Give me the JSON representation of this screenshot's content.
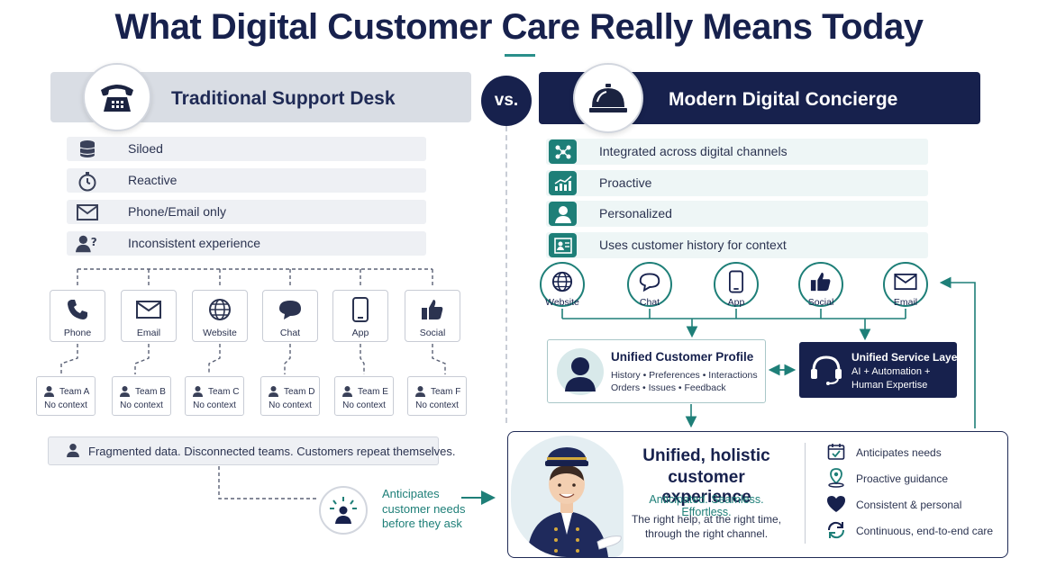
{
  "title": "What Digital Customer Care Really Means Today",
  "vs_label": "vs.",
  "traditional": {
    "title": "Traditional Support Desk",
    "header_icon": "telephone-icon",
    "traits": [
      {
        "label": "Siloed",
        "icon": "database-icon"
      },
      {
        "label": "Reactive",
        "icon": "stopwatch-icon"
      },
      {
        "label": "Phone/Email only",
        "icon": "envelope-icon"
      },
      {
        "label": "Inconsistent experience",
        "icon": "person-question-icon"
      }
    ],
    "channels": [
      {
        "label": "Phone",
        "icon": "phone-icon"
      },
      {
        "label": "Email",
        "icon": "envelope-icon"
      },
      {
        "label": "Website",
        "icon": "globe-icon"
      },
      {
        "label": "Chat",
        "icon": "chat-icon"
      },
      {
        "label": "App",
        "icon": "mobile-icon"
      },
      {
        "label": "Social",
        "icon": "thumbs-up-icon"
      }
    ],
    "teams": [
      {
        "name": "Team A",
        "context": "No context"
      },
      {
        "name": "Team B",
        "context": "No context"
      },
      {
        "name": "Team C",
        "context": "No context"
      },
      {
        "name": "Team D",
        "context": "No context"
      },
      {
        "name": "Team E",
        "context": "No context"
      },
      {
        "name": "Team F",
        "context": "No context"
      }
    ],
    "summary": "Fragmented data. Disconnected teams. Customers repeat themselves."
  },
  "anticipates": {
    "line1": "Anticipates",
    "line2": "customer needs",
    "line3": "before they ask",
    "icon": "person-spark-icon"
  },
  "modern": {
    "title": "Modern Digital Concierge",
    "header_icon": "service-bell-icon",
    "traits": [
      {
        "label": "Integrated across digital channels",
        "icon": "network-icon"
      },
      {
        "label": "Proactive",
        "icon": "trend-chart-icon"
      },
      {
        "label": "Personalized",
        "icon": "person-icon"
      },
      {
        "label": "Uses customer history for context",
        "icon": "id-card-icon"
      }
    ],
    "channels": [
      {
        "label": "Website",
        "icon": "globe-icon"
      },
      {
        "label": "Chat",
        "icon": "chat-icon"
      },
      {
        "label": "App",
        "icon": "mobile-icon"
      },
      {
        "label": "Social",
        "icon": "thumbs-up-icon"
      },
      {
        "label": "Email",
        "icon": "envelope-icon"
      }
    ],
    "profile": {
      "title": "Unified Customer Profile",
      "line1": "History • Preferences • Interactions",
      "line2": "Orders • Issues • Feedback"
    },
    "service_layer": {
      "title": "Unified Service Layer",
      "line1": "AI + Automation +",
      "line2": "Human Expertise"
    },
    "outcome": {
      "title_line1": "Unified, holistic",
      "title_line2": "customer experience",
      "tagline": "Anticipated. Seamless. Effortless.",
      "desc_line1": "The right help, at the right time,",
      "desc_line2": "through the right channel."
    },
    "benefits": [
      {
        "label": "Anticipates needs",
        "icon": "calendar-check-icon"
      },
      {
        "label": "Proactive guidance",
        "icon": "location-pin-icon"
      },
      {
        "label": "Consistent & personal",
        "icon": "heart-icon"
      },
      {
        "label": "Continuous, end-to-end care",
        "icon": "refresh-icon"
      }
    ]
  },
  "colors": {
    "navy": "#17214d",
    "teal": "#1e7f78",
    "light_gray": "#d9dde4",
    "light_teal": "#eef6f6"
  }
}
